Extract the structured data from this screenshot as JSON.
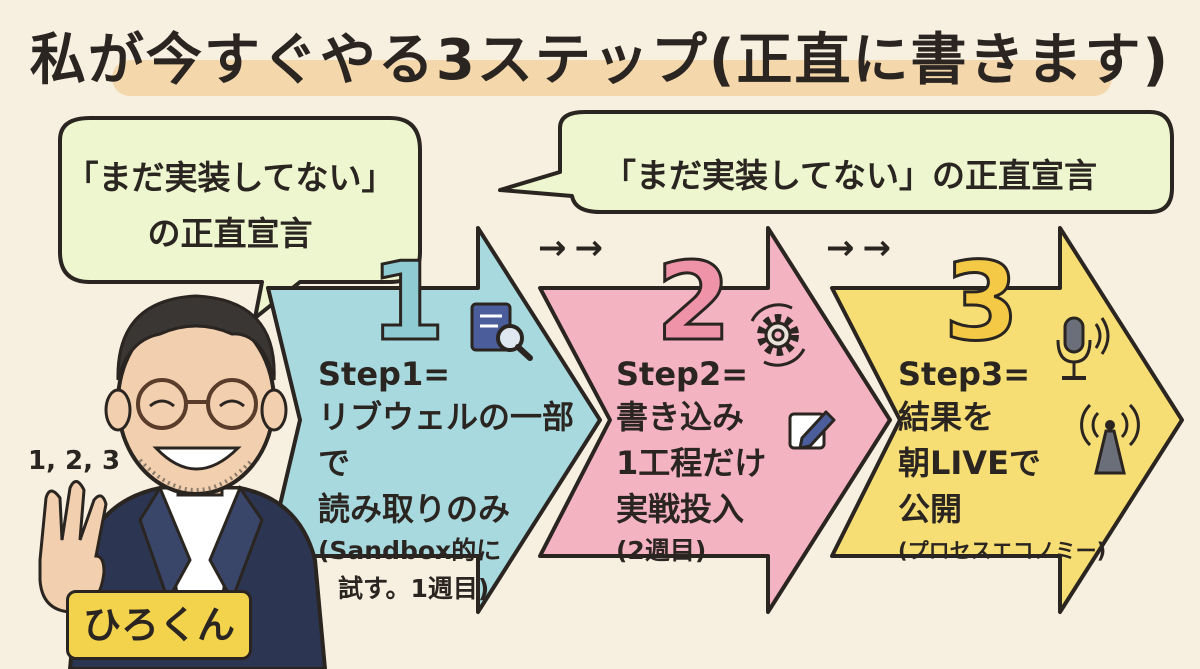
{
  "title": "私が今すぐやる3ステップ(正直に書きます)",
  "bubbles": {
    "left": {
      "line1": "「まだ実装してない」",
      "line2": "の正直宣言"
    },
    "right": {
      "line1": "「まだ実装してない」の正直宣言"
    }
  },
  "connectors": [
    "→→",
    "→→"
  ],
  "steps": [
    {
      "number": "1",
      "heading": "Step1=",
      "lines": [
        "リブウェルの一部で",
        "読み取りのみ"
      ],
      "note_lines": [
        "(Sandbox的に",
        "試す。1週目)"
      ],
      "icons": [
        "book-search-icon"
      ],
      "fill": "#a8d9df"
    },
    {
      "number": "2",
      "heading": "Step2=",
      "lines": [
        "書き込み",
        "1工程だけ",
        "実戦投入"
      ],
      "note_lines": [
        "(2週目)"
      ],
      "icons": [
        "gear-cycle-icon",
        "edit-pencil-icon"
      ],
      "fill": "#f4b3c0"
    },
    {
      "number": "3",
      "heading": "Step3=",
      "lines": [
        "結果を",
        "朝LIVEで",
        "公開"
      ],
      "note_lines": [
        "(プロセスエコノミー)"
      ],
      "icons": [
        "microphone-icon",
        "broadcast-antenna-icon"
      ],
      "fill": "#f7de74"
    }
  ],
  "presenter": {
    "counter": "1, 2, 3",
    "name": "ひろくん"
  },
  "colors": {
    "background": "#f7f0e1",
    "title_band": "#f3cf98",
    "bubble_fill": "#eef6cf",
    "step1": "#a8d9df",
    "step2": "#f4b3c0",
    "step3": "#f7de74",
    "badge": "#f3d24c",
    "jacket": "#2c3652"
  }
}
